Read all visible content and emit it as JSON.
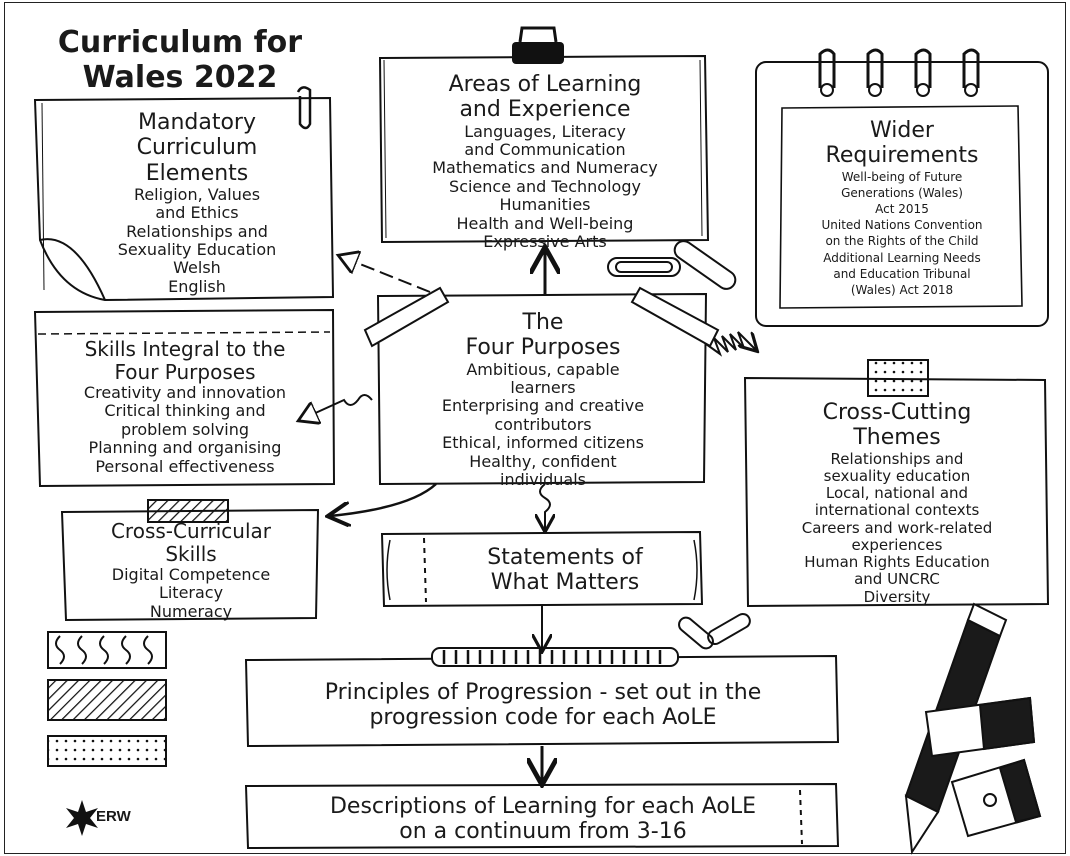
{
  "title": [
    "Curriculum for",
    "Wales 2022"
  ],
  "mandatory": {
    "heading": [
      "Mandatory",
      "Curriculum",
      "Elements"
    ],
    "items": [
      "Religion, Values",
      "and Ethics",
      "Relationships and",
      "Sexuality Education",
      "Welsh",
      "English"
    ]
  },
  "areas": {
    "heading": [
      "Areas of Learning",
      "and Experience"
    ],
    "items": [
      "Languages, Literacy",
      "and Communication",
      "Mathematics and Numeracy",
      "Science and Technology",
      "Humanities",
      "Health and Well-being",
      "Expressive Arts"
    ]
  },
  "wider": {
    "heading": [
      "Wider",
      "Requirements"
    ],
    "items": [
      "Well-being of Future",
      "Generations (Wales)",
      "Act 2015",
      "United Nations Convention",
      "on the Rights of the Child",
      "Additional Learning Needs",
      "and Education Tribunal",
      "(Wales) Act 2018"
    ]
  },
  "skills": {
    "heading": [
      "Skills Integral to the",
      "Four Purposes"
    ],
    "items": [
      "Creativity and innovation",
      "Critical thinking and",
      "problem solving",
      "Planning and organising",
      "Personal effectiveness"
    ]
  },
  "purposes": {
    "heading": [
      "The",
      "Four Purposes"
    ],
    "items": [
      "Ambitious, capable",
      "learners",
      "Enterprising and creative",
      "contributors",
      "Ethical, informed citizens",
      "Healthy, confident",
      "individuals"
    ]
  },
  "themes": {
    "heading": [
      "Cross-Cutting",
      "Themes"
    ],
    "items": [
      "Relationships and",
      "sexuality education",
      "Local, national and",
      "international contexts",
      "Careers and work-related",
      "experiences",
      "Human Rights Education",
      "and UNCRC",
      "Diversity"
    ]
  },
  "crosscurricular": {
    "heading": [
      "Cross-Curricular",
      "Skills"
    ],
    "items": [
      "Digital Competence",
      "Literacy",
      "Numeracy"
    ]
  },
  "statements": [
    "Statements of",
    "What Matters"
  ],
  "principles": [
    "Principles of Progression - set out in the",
    "progression code for each AoLE"
  ],
  "descriptions": [
    "Descriptions of Learning for each AoLE",
    "on a continuum from 3-16"
  ],
  "logo_text": "ERW"
}
